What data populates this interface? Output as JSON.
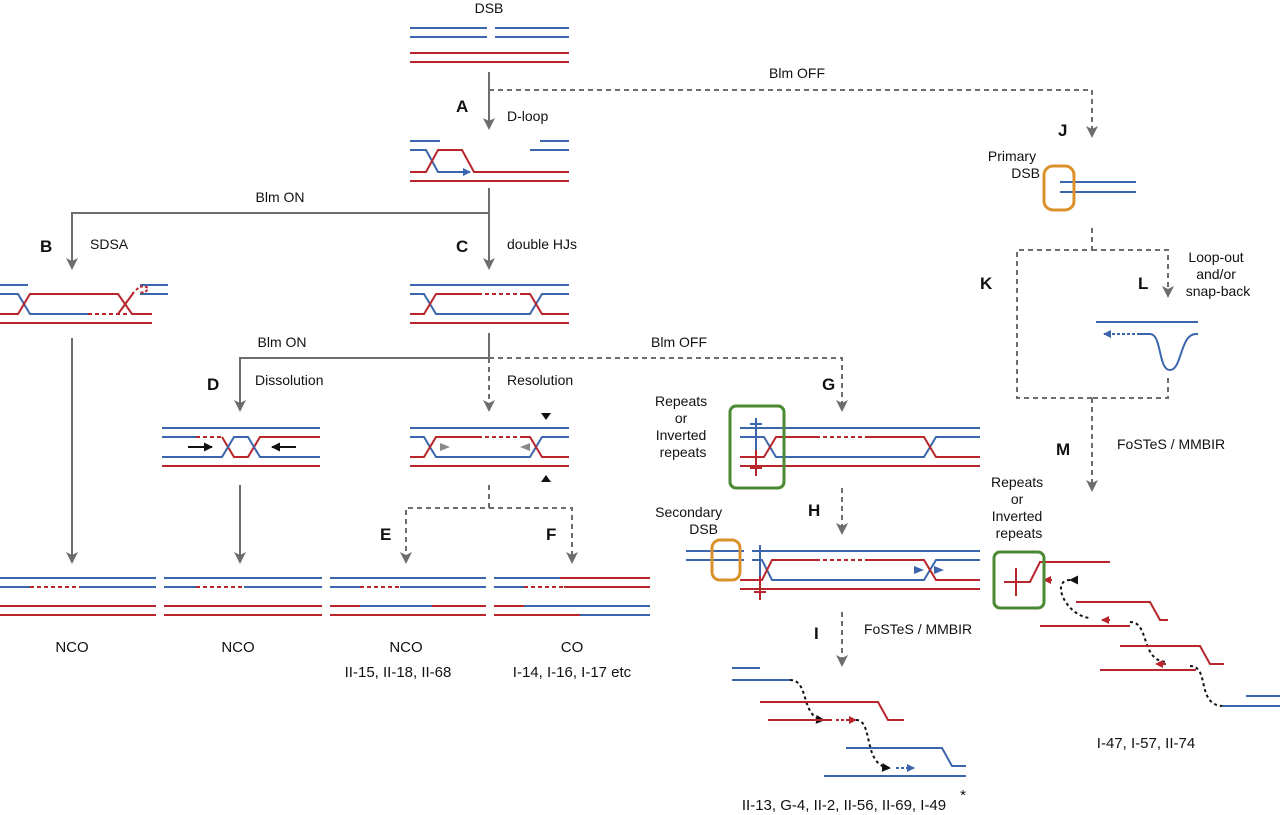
{
  "colors": {
    "blue_strand": "#3b66ad",
    "red_strand": "#b8252b",
    "arrow": "#6d6d6d",
    "dark": "#111111",
    "orange_box": "#d9922b",
    "green_box": "#4a8a32"
  },
  "labels": {
    "dsb": "DSB",
    "blm_off_top": "Blm OFF",
    "step_a": "A",
    "d_loop": "D-loop",
    "step_j": "J",
    "primary_dsb": [
      "Primary",
      "DSB"
    ],
    "blm_on_1": "Blm ON",
    "step_b": "B",
    "sdsa": "SDSA",
    "step_c": "C",
    "double_hjs": "double HJs",
    "step_k": "K",
    "step_l": "L",
    "loop_out": [
      "Loop-out",
      "and/or",
      "snap-back"
    ],
    "blm_on_2": "Blm ON",
    "blm_off_2": "Blm OFF",
    "step_d": "D",
    "dissolution": "Dissolution",
    "resolution": "Resolution",
    "step_g": "G",
    "repeats_left": [
      "Repeats",
      "or",
      "Inverted",
      "repeats"
    ],
    "step_m": "M",
    "fostes_m": "FoSTeS / MMBIR",
    "repeats_right": [
      "Repeats",
      "or",
      "Inverted",
      "repeats"
    ],
    "secondary_dsb": [
      "Secondary",
      "DSB"
    ],
    "step_h": "H",
    "step_e": "E",
    "step_f": "F",
    "nco_1": "NCO",
    "nco_2": "NCO",
    "nco_3": "NCO",
    "co": "CO",
    "list_e": "II-15, II-18, II-68",
    "list_f": "I-14, I-16, I-17 etc",
    "step_i": "I",
    "fostes_i": "FoSTeS / MMBIR",
    "list_m": "I-47, I-57, II-74",
    "list_i": "II-13, G-4, II-2, II-56, II-69, I-49",
    "asterisk": "*"
  }
}
